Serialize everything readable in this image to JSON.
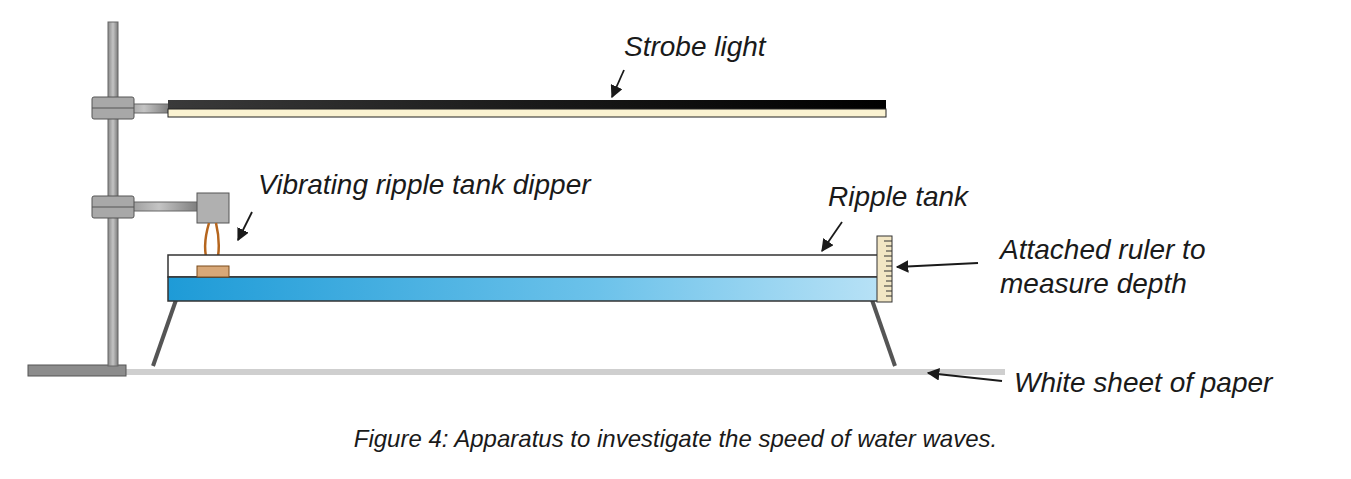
{
  "diagram": {
    "caption": "Figure 4: Apparatus to investigate the speed of water waves.",
    "labels": [
      "Strobe light",
      "Vibrating ripple tank dipper",
      "Ripple tank",
      "Attached ruler to measure depth",
      "White sheet of paper"
    ]
  }
}
